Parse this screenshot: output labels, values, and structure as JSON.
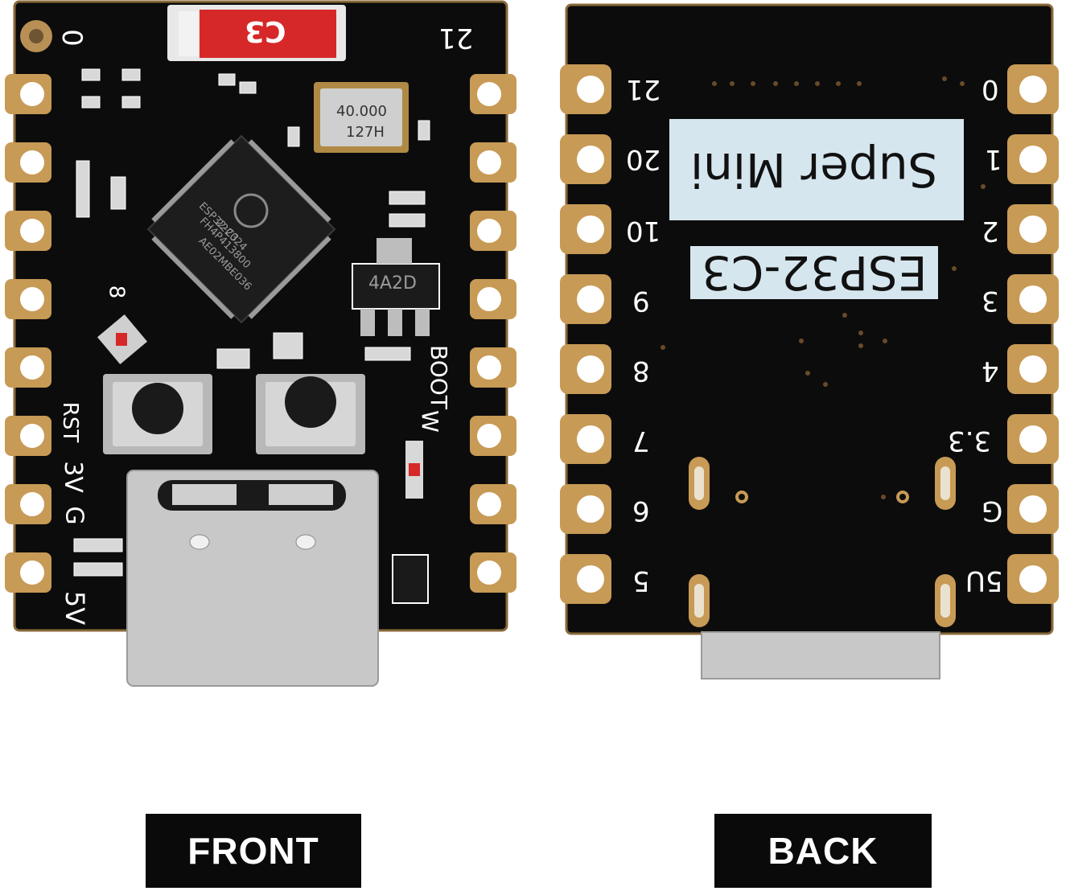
{
  "front": {
    "caption": "FRONT",
    "pin_labels_left": [
      "0",
      "RST",
      "3V",
      "G",
      "5V"
    ],
    "pin_labels_right": [
      "21",
      "BOOT",
      "W"
    ],
    "misc_labels": [
      "8"
    ],
    "chip_lines": [
      "ESP32-C3",
      "FH4P413800",
      "AE02MBE036",
      "222024"
    ],
    "crystal_lines": [
      "40.000",
      "127H"
    ],
    "regulator_marking": "4A2D",
    "antenna_marking": "C3"
  },
  "back": {
    "caption": "BACK",
    "title_line1": "Super Mini",
    "title_line2": "ESP32-C3",
    "pins_left": [
      "21",
      "20",
      "10",
      "9",
      "8",
      "7",
      "6",
      "5"
    ],
    "pins_right": [
      "0",
      "1",
      "2",
      "3",
      "4",
      "3.3",
      "G",
      "5U"
    ]
  },
  "colors": {
    "pcb": "#0c0c0c",
    "pad_gold": "#c79a55",
    "silkscreen": "#ffffff",
    "antenna_red": "#d62828",
    "usb_metal": "#c8c8c8"
  }
}
